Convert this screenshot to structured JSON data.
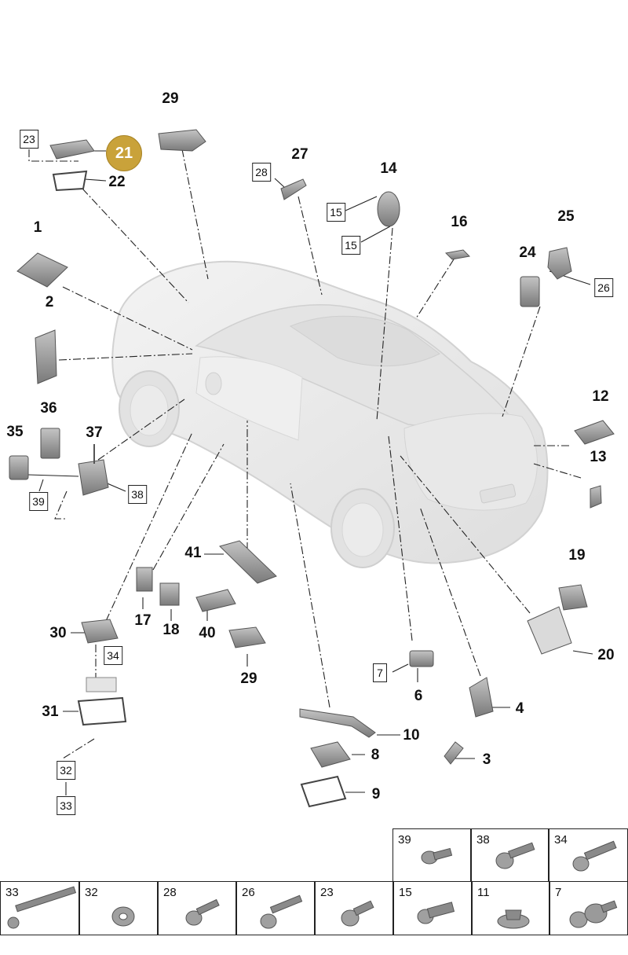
{
  "callouts": [
    {
      "id": "c29a",
      "text": "29"
    },
    {
      "id": "c21",
      "text": "21"
    },
    {
      "id": "c22",
      "text": "22"
    },
    {
      "id": "c27",
      "text": "27"
    },
    {
      "id": "c14",
      "text": "14"
    },
    {
      "id": "c16",
      "text": "16"
    },
    {
      "id": "c25",
      "text": "25"
    },
    {
      "id": "c24",
      "text": "24"
    },
    {
      "id": "c1",
      "text": "1"
    },
    {
      "id": "c2",
      "text": "2"
    },
    {
      "id": "c12",
      "text": "12"
    },
    {
      "id": "c13",
      "text": "13"
    },
    {
      "id": "c36",
      "text": "36"
    },
    {
      "id": "c35",
      "text": "35"
    },
    {
      "id": "c37",
      "text": "37"
    },
    {
      "id": "c41",
      "text": "41"
    },
    {
      "id": "c19",
      "text": "19"
    },
    {
      "id": "c17",
      "text": "17"
    },
    {
      "id": "c18",
      "text": "18"
    },
    {
      "id": "c40",
      "text": "40"
    },
    {
      "id": "c30",
      "text": "30"
    },
    {
      "id": "c20",
      "text": "20"
    },
    {
      "id": "c29b",
      "text": "29"
    },
    {
      "id": "c6",
      "text": "6"
    },
    {
      "id": "c4",
      "text": "4"
    },
    {
      "id": "c31",
      "text": "31"
    },
    {
      "id": "c10",
      "text": "10"
    },
    {
      "id": "c8",
      "text": "8"
    },
    {
      "id": "c3",
      "text": "3"
    },
    {
      "id": "c9",
      "text": "9"
    }
  ],
  "boxed_refs": [
    {
      "id": "b23",
      "text": "23"
    },
    {
      "id": "b28",
      "text": "28"
    },
    {
      "id": "b15a",
      "text": "15"
    },
    {
      "id": "b15b",
      "text": "15"
    },
    {
      "id": "b26",
      "text": "26"
    },
    {
      "id": "b38",
      "text": "38"
    },
    {
      "id": "b39",
      "text": "39"
    },
    {
      "id": "b34",
      "text": "34"
    },
    {
      "id": "b7",
      "text": "7"
    },
    {
      "id": "b32",
      "text": "32"
    },
    {
      "id": "b33",
      "text": "33"
    }
  ],
  "hardware_table": {
    "top_row": [
      "39",
      "38",
      "34"
    ],
    "bottom_row": [
      "33",
      "32",
      "28",
      "26",
      "23",
      "15",
      "11",
      "7"
    ]
  },
  "colors": {
    "highlight_badge": "#c9a23a",
    "part_fill": "#9a9a9a",
    "car_fill": "#ececec",
    "leader_line": "#222222"
  }
}
